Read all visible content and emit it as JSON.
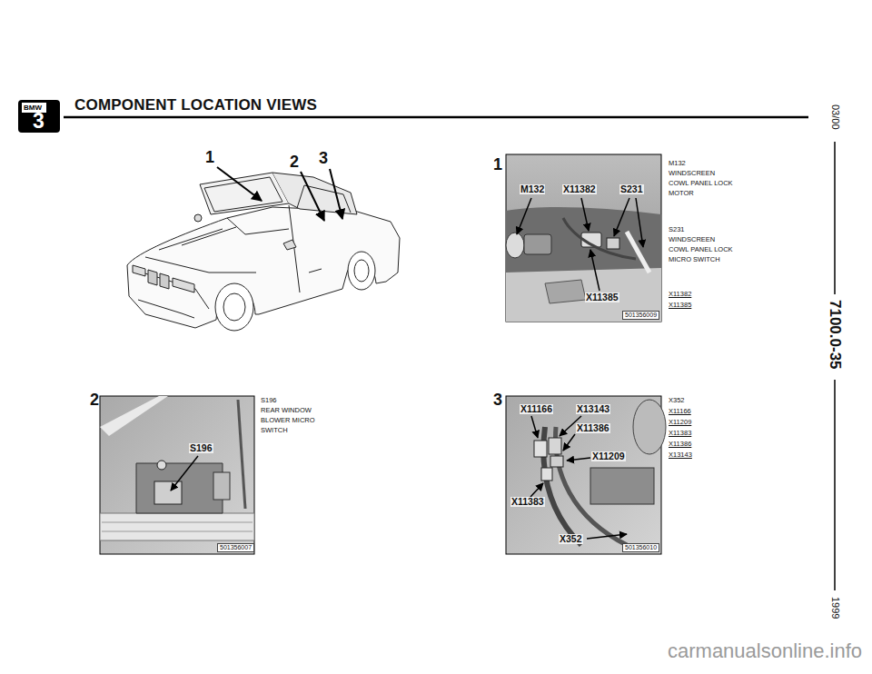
{
  "diagram": {
    "title": "COMPONENT LOCATION VIEWS",
    "labels": [
      "BMW",
      "3",
      "1",
      "2",
      "3",
      "1",
      "M132",
      "X11382",
      "S231",
      "X11385",
      "501356009",
      "M132",
      "WINDSCREEN",
      "COWL PANEL LOCK",
      "MOTOR",
      "S231",
      "WINDSCREEN",
      "COWL PANEL LOCK",
      "MICRO SWITCH",
      "X11382",
      "X11385",
      "2",
      "S196",
      "501356007",
      "S196",
      "REAR WINDOW",
      "BLOWER MICRO",
      "SWITCH",
      "3",
      "X11166",
      "X13143",
      "X11386",
      "X11209",
      "X11383",
      "X352",
      "501356010",
      "X352",
      "X11166",
      "X11209",
      "X11383",
      "X11386",
      "X13143",
      "03/00",
      "7100.0-35",
      "1999",
      "carmanualsonline.info"
    ]
  }
}
